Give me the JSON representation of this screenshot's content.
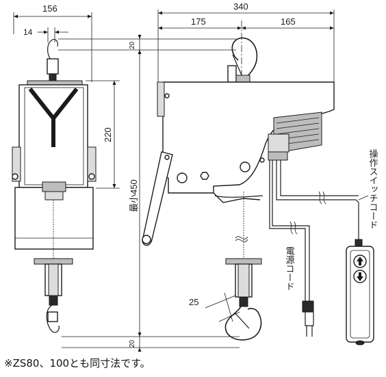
{
  "dimensions": {
    "overall_width_front": "156",
    "overall_width_side": "340",
    "hook_offset_front": "14",
    "side_left": "175",
    "side_right": "165",
    "top_gap": "20",
    "bottom_gap": "20",
    "body_height": "220",
    "min_height": "最小450",
    "hook_opening": "25"
  },
  "labels": {
    "switch_cord": "操作スイッチコード",
    "power_cord": "電源コード"
  },
  "footnote": "※ZS80、100とも同寸法です。",
  "colors": {
    "line": "#1a1a1a",
    "background": "#ffffff",
    "shade": "#bdbdbd"
  }
}
